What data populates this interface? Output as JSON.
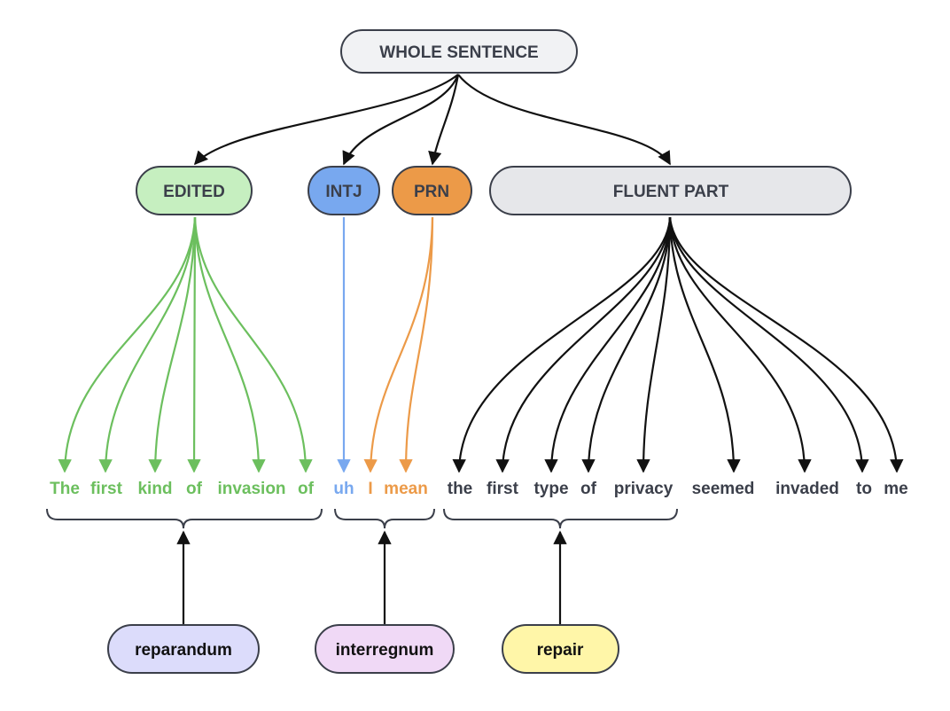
{
  "root": {
    "label": "WHOLE SENTENCE"
  },
  "groups": {
    "edited": {
      "label": "EDITED",
      "fill": "#c6efc0",
      "color": "#6cbf5e"
    },
    "intj": {
      "label": "INTJ",
      "fill": "#78a8ef",
      "color": "#78a8ef"
    },
    "prn": {
      "label": "PRN",
      "fill": "#ec9a48",
      "color": "#ec9a48"
    },
    "fluent": {
      "label": "FLUENT PART",
      "fill": "#e6e7ea",
      "color": "#111111"
    }
  },
  "words": {
    "edited": [
      "The",
      "first",
      "kind",
      "of",
      "invasion",
      "of"
    ],
    "intj": [
      "uh"
    ],
    "prn": [
      "I",
      "mean"
    ],
    "fluent": [
      "the",
      "first",
      "type",
      "of",
      "privacy",
      "seemed",
      "invaded",
      "to",
      "me"
    ]
  },
  "word_colors": {
    "edited": "#6cbf5e",
    "intj": "#78a8ef",
    "prn": "#ec9a48",
    "fluent": "#3b3f4a"
  },
  "segments": {
    "reparandum": {
      "label": "reparandum",
      "fill": "#dcdcfb"
    },
    "interregnum": {
      "label": "interregnum",
      "fill": "#f0d9f6"
    },
    "repair": {
      "label": "repair",
      "fill": "#fff6a8"
    }
  }
}
